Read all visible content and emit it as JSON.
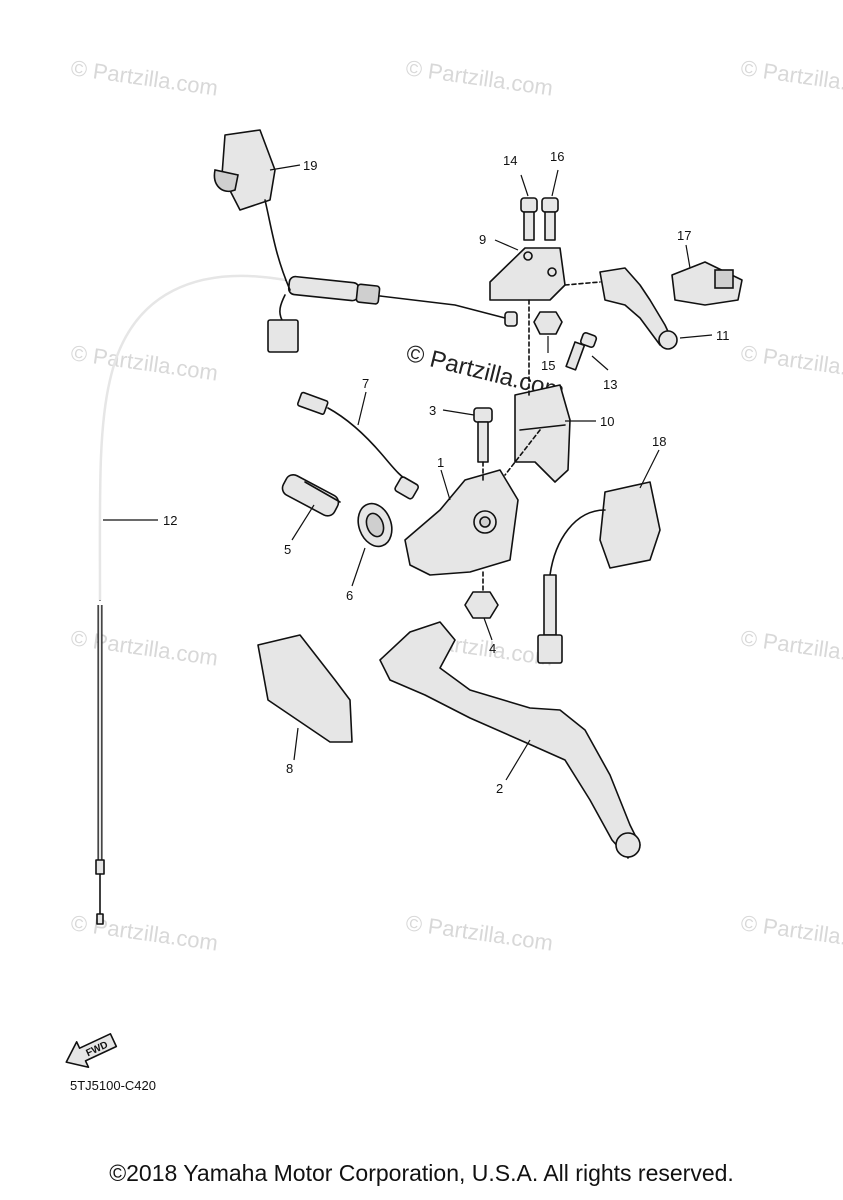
{
  "watermark": {
    "text": "© Partzilla.com"
  },
  "part_numbers": [
    "1",
    "2",
    "3",
    "4",
    "5",
    "6",
    "7",
    "8",
    "9",
    "10",
    "11",
    "12",
    "13",
    "14",
    "15",
    "16",
    "17",
    "18",
    "19"
  ],
  "fwd_label": "FWD",
  "diagram_code": "5TJ5100-C420",
  "copyright": "©2018 Yamaha Motor Corporation, U.S.A. All rights reserved."
}
